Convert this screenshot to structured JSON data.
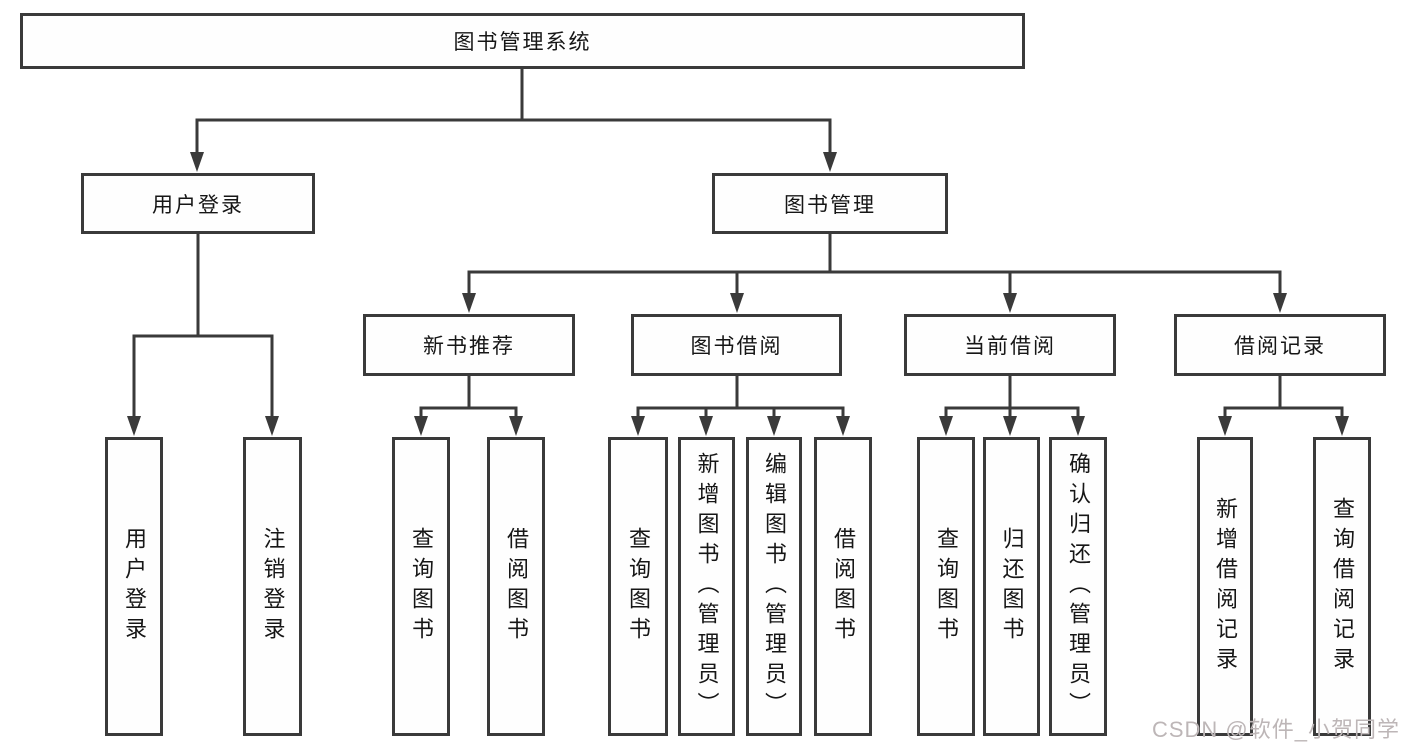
{
  "tree": {
    "root": {
      "label": "图书管理系统"
    },
    "children": [
      {
        "label": "用户登录",
        "children": [
          {
            "label": "用户登录"
          },
          {
            "label": "注销登录"
          }
        ]
      },
      {
        "label": "图书管理",
        "children": [
          {
            "label": "新书推荐",
            "children": [
              {
                "label": "查询图书"
              },
              {
                "label": "借阅图书"
              }
            ]
          },
          {
            "label": "图书借阅",
            "children": [
              {
                "label": "查询图书"
              },
              {
                "label": "新增图书（管理员）"
              },
              {
                "label": "编辑图书（管理员）"
              },
              {
                "label": "借阅图书"
              }
            ]
          },
          {
            "label": "当前借阅",
            "children": [
              {
                "label": "查询图书"
              },
              {
                "label": "归还图书"
              },
              {
                "label": "确认归还（管理员）"
              }
            ]
          },
          {
            "label": "借阅记录",
            "children": [
              {
                "label": "新增借阅记录"
              },
              {
                "label": "查询借阅记录"
              }
            ]
          }
        ]
      }
    ]
  },
  "watermark": "CSDN @软件_小贺同学",
  "colors": {
    "line": "#3a3a3a",
    "text": "#161616",
    "background": "#ffffff",
    "watermark": "#bdb6b7"
  }
}
